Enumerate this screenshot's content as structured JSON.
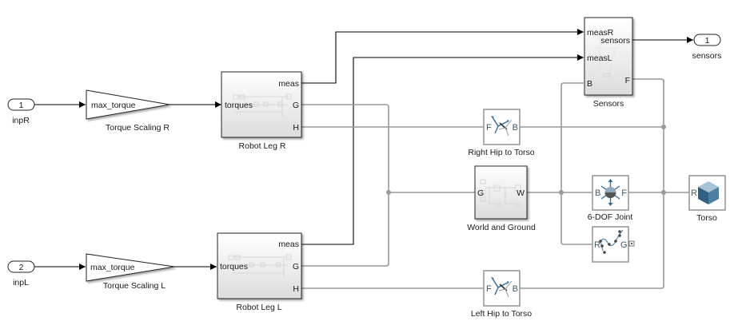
{
  "diagram": {
    "type": "simulink-block-diagram",
    "inports": [
      {
        "id": "inpR",
        "number": "1",
        "label": "inpR"
      },
      {
        "id": "inpL",
        "number": "2",
        "label": "inpL"
      }
    ],
    "outports": [
      {
        "id": "sensors",
        "number": "1",
        "label": "sensors"
      }
    ],
    "gains": [
      {
        "id": "torque-scaling-r",
        "text": "max_torque",
        "label": "Torque Scaling R"
      },
      {
        "id": "torque-scaling-l",
        "text": "max_torque",
        "label": "Torque Scaling L"
      }
    ],
    "subsystems": {
      "robot_leg_r": {
        "label": "Robot Leg R",
        "in_ports": [
          "torques"
        ],
        "out_ports": [
          "meas",
          "G",
          "H"
        ]
      },
      "robot_leg_l": {
        "label": "Robot Leg L",
        "in_ports": [
          "torques"
        ],
        "out_ports": [
          "meas",
          "G",
          "H"
        ]
      },
      "sensors": {
        "label": "Sensors",
        "in_ports": [
          "measR",
          "measL"
        ],
        "out_ports": [
          "sensors"
        ],
        "conn_ports": [
          "B",
          "F"
        ]
      },
      "world_ground": {
        "label": "World and Ground",
        "conn_ports": [
          "G",
          "W"
        ]
      }
    },
    "physical_blocks": {
      "right_hip": {
        "label": "Right Hip to Torso",
        "ports": [
          "F",
          "B"
        ]
      },
      "left_hip": {
        "label": "Left Hip to Torso",
        "ports": [
          "F",
          "B"
        ]
      },
      "six_dof": {
        "label": "6-DOF Joint",
        "ports": [
          "B",
          "F"
        ]
      },
      "transform_sensor": {
        "label": "",
        "ports": [
          "R",
          "G"
        ]
      },
      "torso": {
        "label": "Torso",
        "ports": [
          "R"
        ]
      }
    },
    "connections": [
      "inpR -> Torque Scaling R -> Robot Leg R.torques",
      "inpL -> Torque Scaling L -> Robot Leg L.torques",
      "Robot Leg R.meas -> Sensors.measR",
      "Robot Leg L.meas -> Sensors.measL",
      "Sensors.sensors -> sensors",
      "Robot Leg R.H -- Right Hip to Torso.F",
      "Robot Leg L.H -- Left Hip to Torso.F",
      "Robot Leg R.G, Robot Leg L.G -- World and Ground.G",
      "World and Ground.W -- 6-DOF Joint.B -- Sensors.B -- Transform Sensor.R",
      "6-DOF Joint.F -- Torso.R -- Right Hip.B -- Left Hip.B -- Sensors.F"
    ],
    "colors": {
      "signal_line": "#000000",
      "physical_line": "#999999",
      "port_label_physical": "#3e5a66",
      "icon_blue": "#2f6b99"
    }
  }
}
